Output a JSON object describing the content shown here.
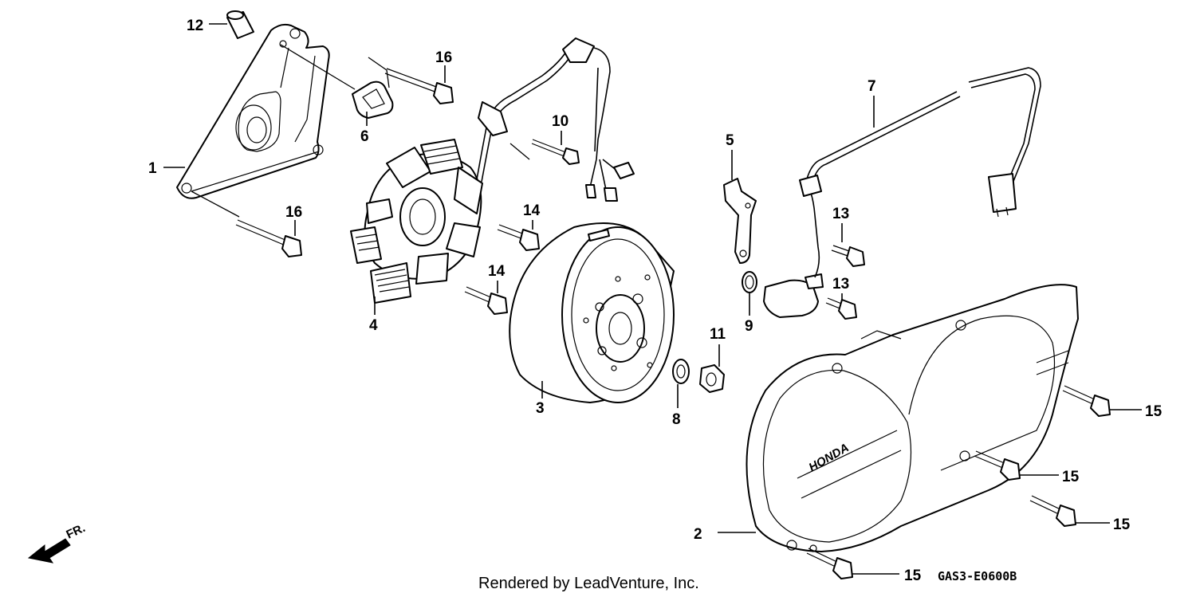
{
  "callouts": {
    "c1": "1",
    "c2": "2",
    "c3": "3",
    "c4": "4",
    "c5": "5",
    "c6": "6",
    "c7": "7",
    "c8": "8",
    "c9": "9",
    "c10": "10",
    "c11": "11",
    "c12": "12",
    "c13a": "13",
    "c13b": "13",
    "c14a": "14",
    "c14b": "14",
    "c15a": "15",
    "c15b": "15",
    "c15c": "15",
    "c15d": "15",
    "c16a": "16",
    "c16b": "16"
  },
  "footer": {
    "rendered_by": "Rendered by LeadVenture, Inc.",
    "diagram_code": "GAS3-E0600B"
  },
  "direction": {
    "label": "FR."
  },
  "cover_logo_text": "HONDA"
}
